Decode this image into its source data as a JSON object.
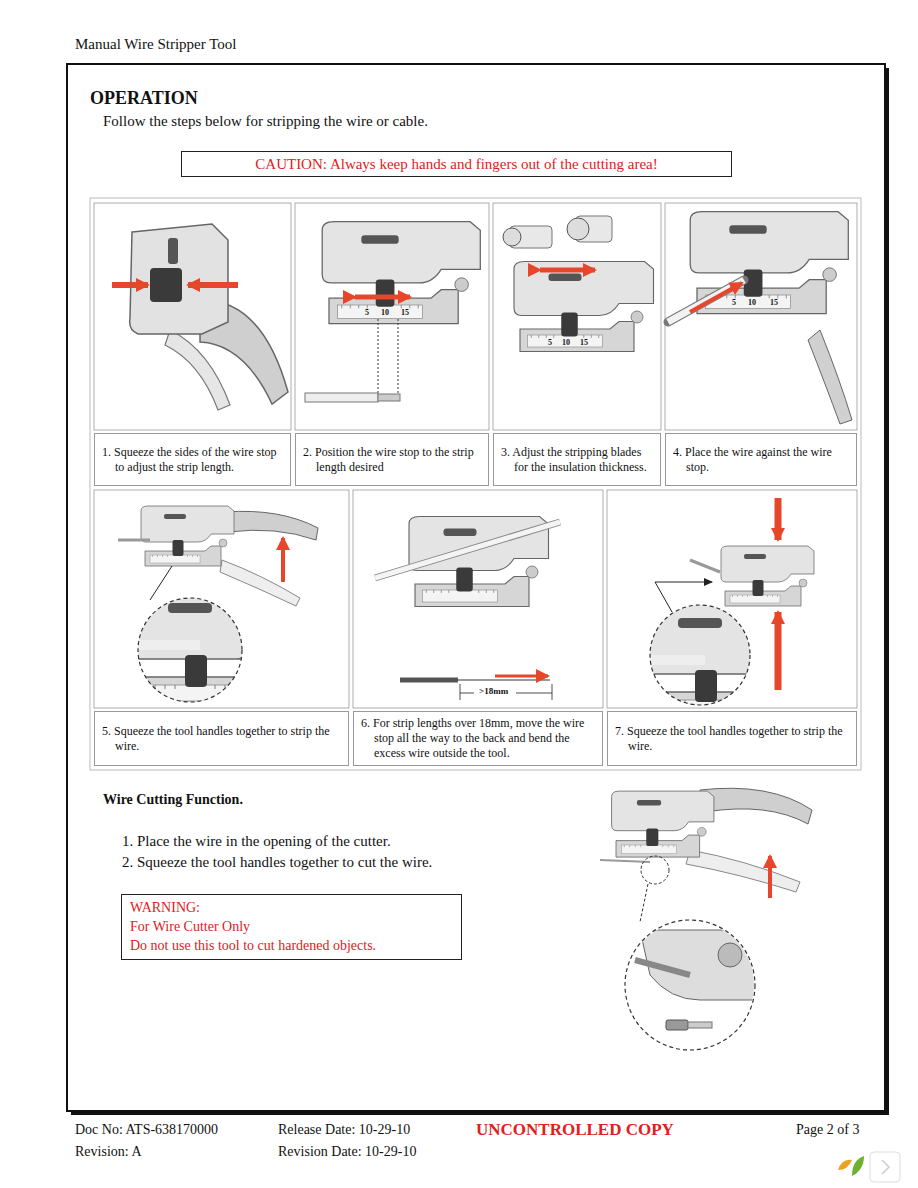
{
  "diagram": {
    "title": "OPERATION",
    "nodes": [
      {
        "text": [
          "CAUTION: Always keep hands and fingers out of the cutting area!"
        ]
      },
      {
        "text": [
          "1. Squeeze the sides of the wire stop to adjust the strip length."
        ]
      },
      {
        "text": [
          "2. Position the wire stop to the strip length desired"
        ]
      },
      {
        "text": [
          "3. Adjust the stripping blades for the insulation thickness."
        ]
      },
      {
        "text": [
          "4. Place the wire against the wire stop."
        ]
      },
      {
        "text": [
          "5. Squeeze the tool handles together to strip the wire."
        ]
      },
      {
        "text": [
          "6. For strip lengths over 18mm, move the wire stop all the way to the back and bend the excess wire outside the tool."
        ]
      },
      {
        "text": [
          "7. Squeeze the tool handles together to strip the wire."
        ]
      },
      {
        "text": [
          "WARNING:",
          "For Wire Cutter Only",
          "Do not use this tool to cut hardened objects."
        ]
      }
    ],
    "labels": [
      "Manual Wire Stripper Tool",
      "Follow the steps below for stripping the wire or cable.",
      "5",
      "10",
      "15",
      "5",
      "10",
      "15",
      "5",
      "10",
      "15",
      ">18mm",
      "Wire Cutting Function.",
      "1. Place the wire in the opening of the cutter.",
      "2. Squeeze the tool handles together to cut the wire.",
      "Doc No: ATS-638170000",
      "Revision: A",
      "Release Date: 10-29-10",
      "Revision Date: 10-29-10",
      "UNCONTROLLED COPY",
      "Page 2 of 3"
    ]
  }
}
